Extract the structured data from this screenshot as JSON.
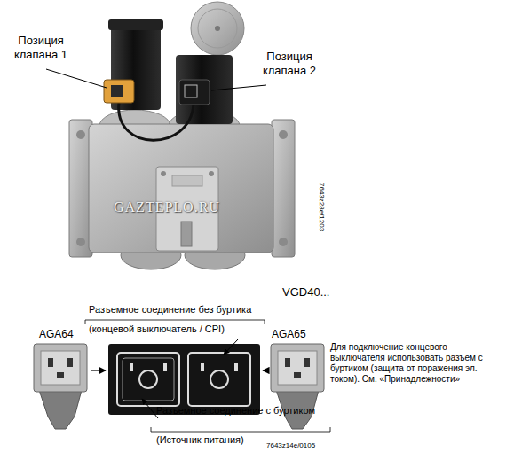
{
  "diagram": {
    "labels": [
      "Позиция клапана 1",
      "Позиция клапана 2",
      "GAZTEPLO.RU",
      "7643z28e/1203",
      "VGD40...",
      "AGA64",
      "Разъемное соединение без буртика",
      "(концевой выключатель / CPI)",
      "AGA65",
      "Для подключение концевого выключателя использовать разъем с буртиком (защита от поражения эл. током). См. «Принадлежности»",
      "Разъемное соединение с буртиком",
      "(Источник питания)",
      "7643z14e/0105"
    ]
  }
}
